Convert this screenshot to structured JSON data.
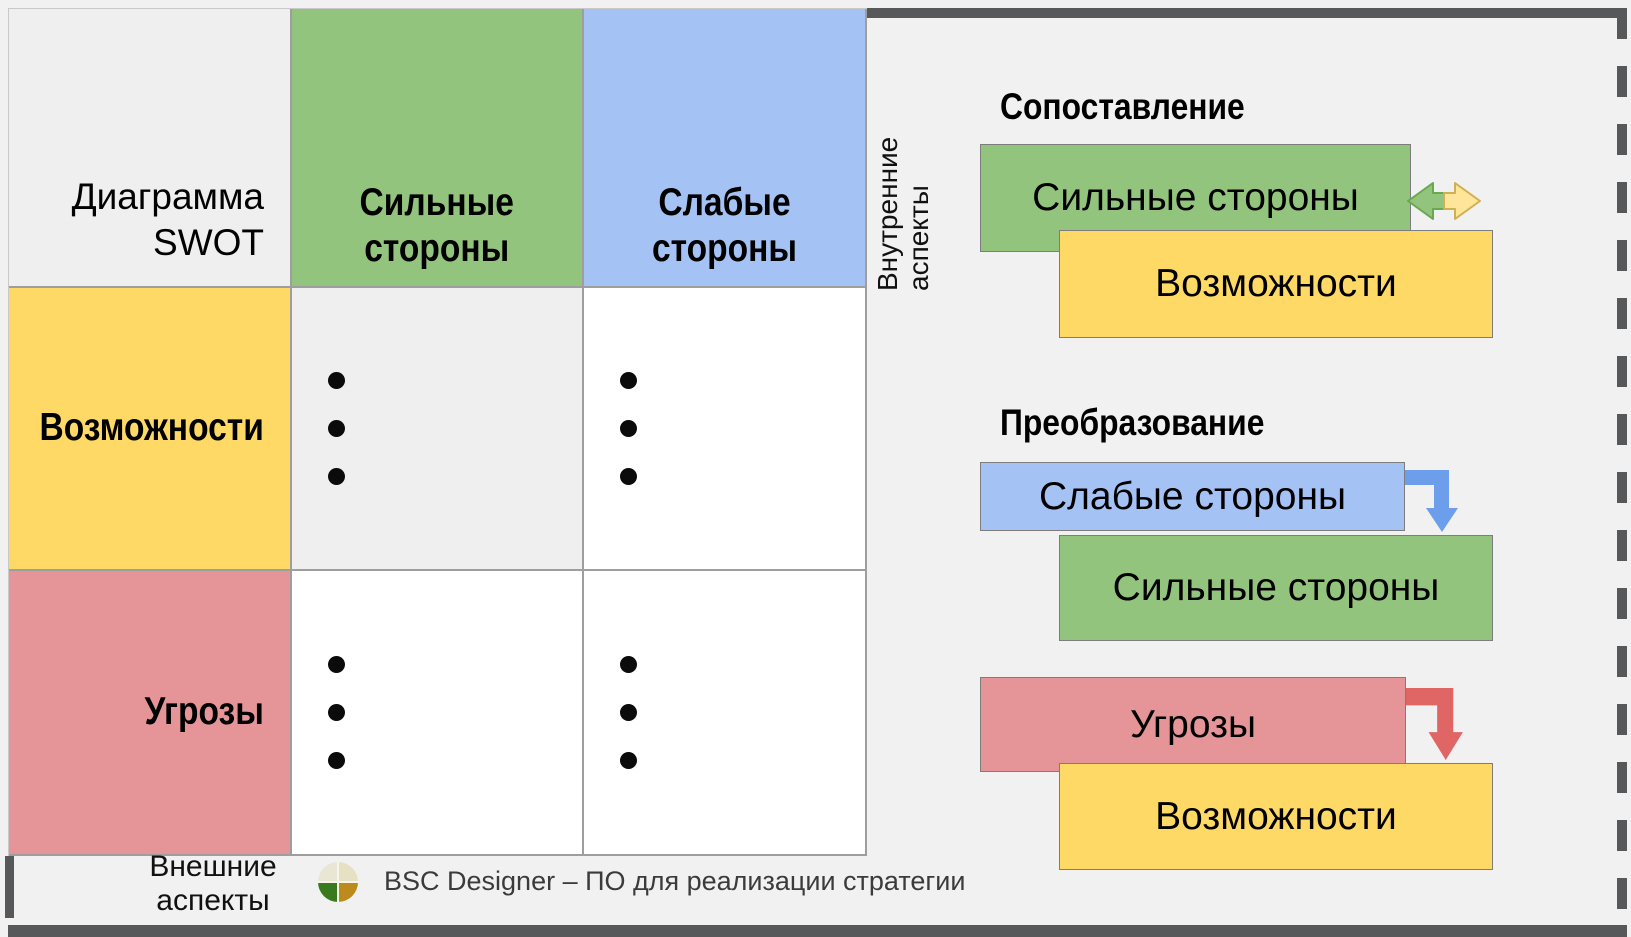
{
  "colors": {
    "page_bg": "#f1f1f1",
    "frame": "#57585a",
    "green": "#93c47d",
    "blue": "#a4c2f4",
    "yellow": "#ffd966",
    "red": "#e59598",
    "cell_gray": "#efefef",
    "arrow_green_stroke": "#6aa84f",
    "arrow_yellow": "#ffe599",
    "arrow_yellow_stroke": "#cfb152",
    "arrow_blue": "#6d9eeb",
    "arrow_red": "#e06666"
  },
  "table": {
    "corner": {
      "lines": [
        "Диаграмма",
        "SWOT"
      ]
    },
    "columns": [
      {
        "label": "Сильные стороны",
        "lines": [
          "Сильные",
          "стороны"
        ],
        "color": "#93c47d"
      },
      {
        "label": "Слабые стороны",
        "lines": [
          "Слабые стороны"
        ],
        "color": "#a4c2f4"
      }
    ],
    "rows": [
      {
        "label": "Возможности",
        "color": "#ffd966"
      },
      {
        "label": "Угрозы",
        "color": "#e59598"
      }
    ],
    "cells": {
      "opportunities_strengths": {
        "bullets": 3
      },
      "opportunities_weaknesses": {
        "bullets": 3
      },
      "threats_strengths": {
        "bullets": 3
      },
      "threats_weaknesses": {
        "bullets": 3
      }
    },
    "axes": {
      "internal": {
        "lines": [
          "Внутренние",
          "аспекты"
        ]
      },
      "external": {
        "lines": [
          "Внешние",
          "аспекты"
        ]
      }
    }
  },
  "panels": {
    "matching": {
      "title": "Сопоставление",
      "box1": {
        "label": "Сильные стороны",
        "color": "#93c47d"
      },
      "box2": {
        "label": "Возможности",
        "color": "#ffd966"
      },
      "arrow": {
        "type": "double-horizontal",
        "left_color": "#93c47d",
        "left_stroke": "#6aa84f",
        "right_color": "#ffe599",
        "right_stroke": "#cfb152"
      }
    },
    "transformation": {
      "title": "Преобразование",
      "box1": {
        "label": "Слабые стороны",
        "color": "#a4c2f4"
      },
      "box2": {
        "label": "Сильные стороны",
        "color": "#93c47d"
      },
      "arrow": {
        "type": "elbow-down",
        "color": "#6d9eeb"
      }
    },
    "threats_conversion": {
      "title": "",
      "box1": {
        "label": "Угрозы",
        "color": "#e59598"
      },
      "box2": {
        "label": "Возможности",
        "color": "#ffd966"
      },
      "arrow": {
        "type": "elbow-down",
        "color": "#e06666"
      }
    }
  },
  "footer": {
    "brand": "BSC Designer – ПО для реализации стратегии",
    "logo_colors": {
      "top_left": "#e9e6d3",
      "top_right": "#e6e1c2",
      "bottom_left": "#3a7a1f",
      "bottom_right": "#bc8b1d"
    }
  }
}
